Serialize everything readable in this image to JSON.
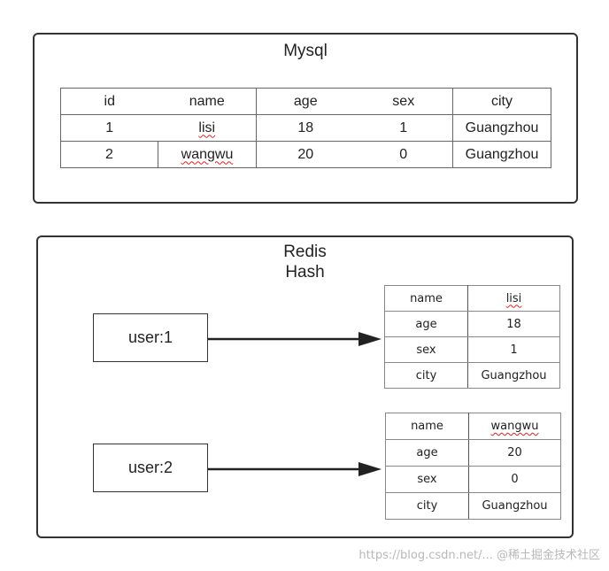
{
  "mysql": {
    "title": "Mysql",
    "columns": [
      "id",
      "name",
      "age",
      "sex",
      "city"
    ],
    "rows": [
      [
        "1",
        "lisi",
        "18",
        "1",
        "Guangzhou"
      ],
      [
        "2",
        "wangwu",
        "20",
        "0",
        "Guangzhou"
      ]
    ]
  },
  "redis": {
    "title_line1": "Redis",
    "title_line2": "Hash",
    "keys": [
      "user:1",
      "user:2"
    ],
    "hashes": [
      [
        [
          "name",
          "lisi"
        ],
        [
          "age",
          "18"
        ],
        [
          "sex",
          "1"
        ],
        [
          "city",
          "Guangzhou"
        ]
      ],
      [
        [
          "name",
          "wangwu"
        ],
        [
          "age",
          "20"
        ],
        [
          "sex",
          "0"
        ],
        [
          "city",
          "Guangzhou"
        ]
      ]
    ]
  },
  "watermark": "https://blog.csdn.net/... @稀土掘金技术社区"
}
